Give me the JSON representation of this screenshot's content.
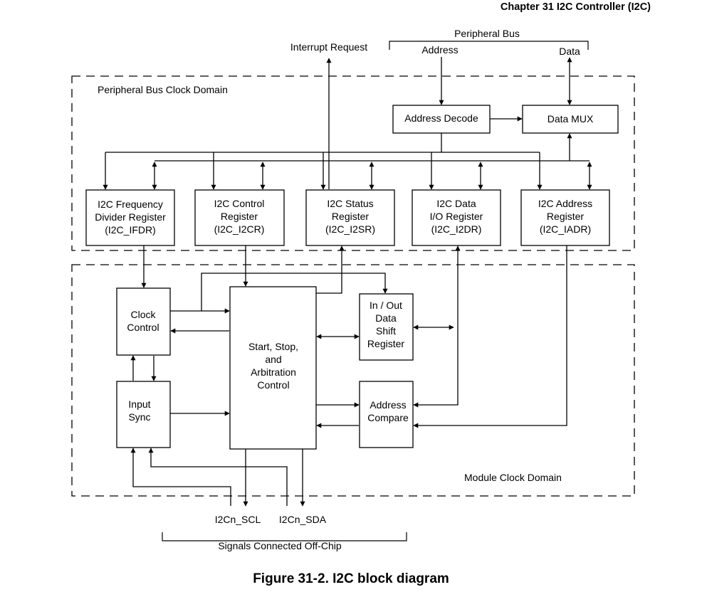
{
  "header": {
    "chapter_title": "Chapter 31 I2C Controller (I2C)"
  },
  "caption": "Figure 31-2. I2C block diagram",
  "labels": {
    "peripheral_bus": "Peripheral Bus",
    "address": "Address",
    "data": "Data",
    "interrupt_request": "Interrupt Request",
    "peripheral_bus_clock_domain": "Peripheral Bus Clock Domain",
    "module_clock_domain": "Module Clock Domain",
    "scl": "I2Cn_SCL",
    "sda": "I2Cn_SDA",
    "signals_off_chip": "Signals Connected Off-Chip"
  },
  "blocks": {
    "address_decode": [
      "Address Decode"
    ],
    "data_mux": [
      "Data MUX"
    ],
    "ifdr": [
      "I2C Frequency",
      "Divider Register",
      "(I2C_IFDR)"
    ],
    "i2cr": [
      "I2C Control",
      "Register",
      "(I2C_I2CR)"
    ],
    "i2sr": [
      "I2C Status",
      "Register",
      "(I2C_I2SR)"
    ],
    "i2dr": [
      "I2C Data",
      "I/O Register",
      "(I2C_I2DR)"
    ],
    "iadr": [
      "I2C Address",
      "Register",
      "(I2C_IADR)"
    ],
    "clock_control": [
      "Clock",
      "Control"
    ],
    "input_sync": [
      "Input",
      "Sync"
    ],
    "start_stop": [
      "Start,  Stop,",
      "and",
      "Arbitration",
      "Control"
    ],
    "shift_register": [
      "In / Out",
      "Data",
      "Shift",
      "Register"
    ],
    "address_compare": [
      "Address",
      "Compare"
    ]
  }
}
